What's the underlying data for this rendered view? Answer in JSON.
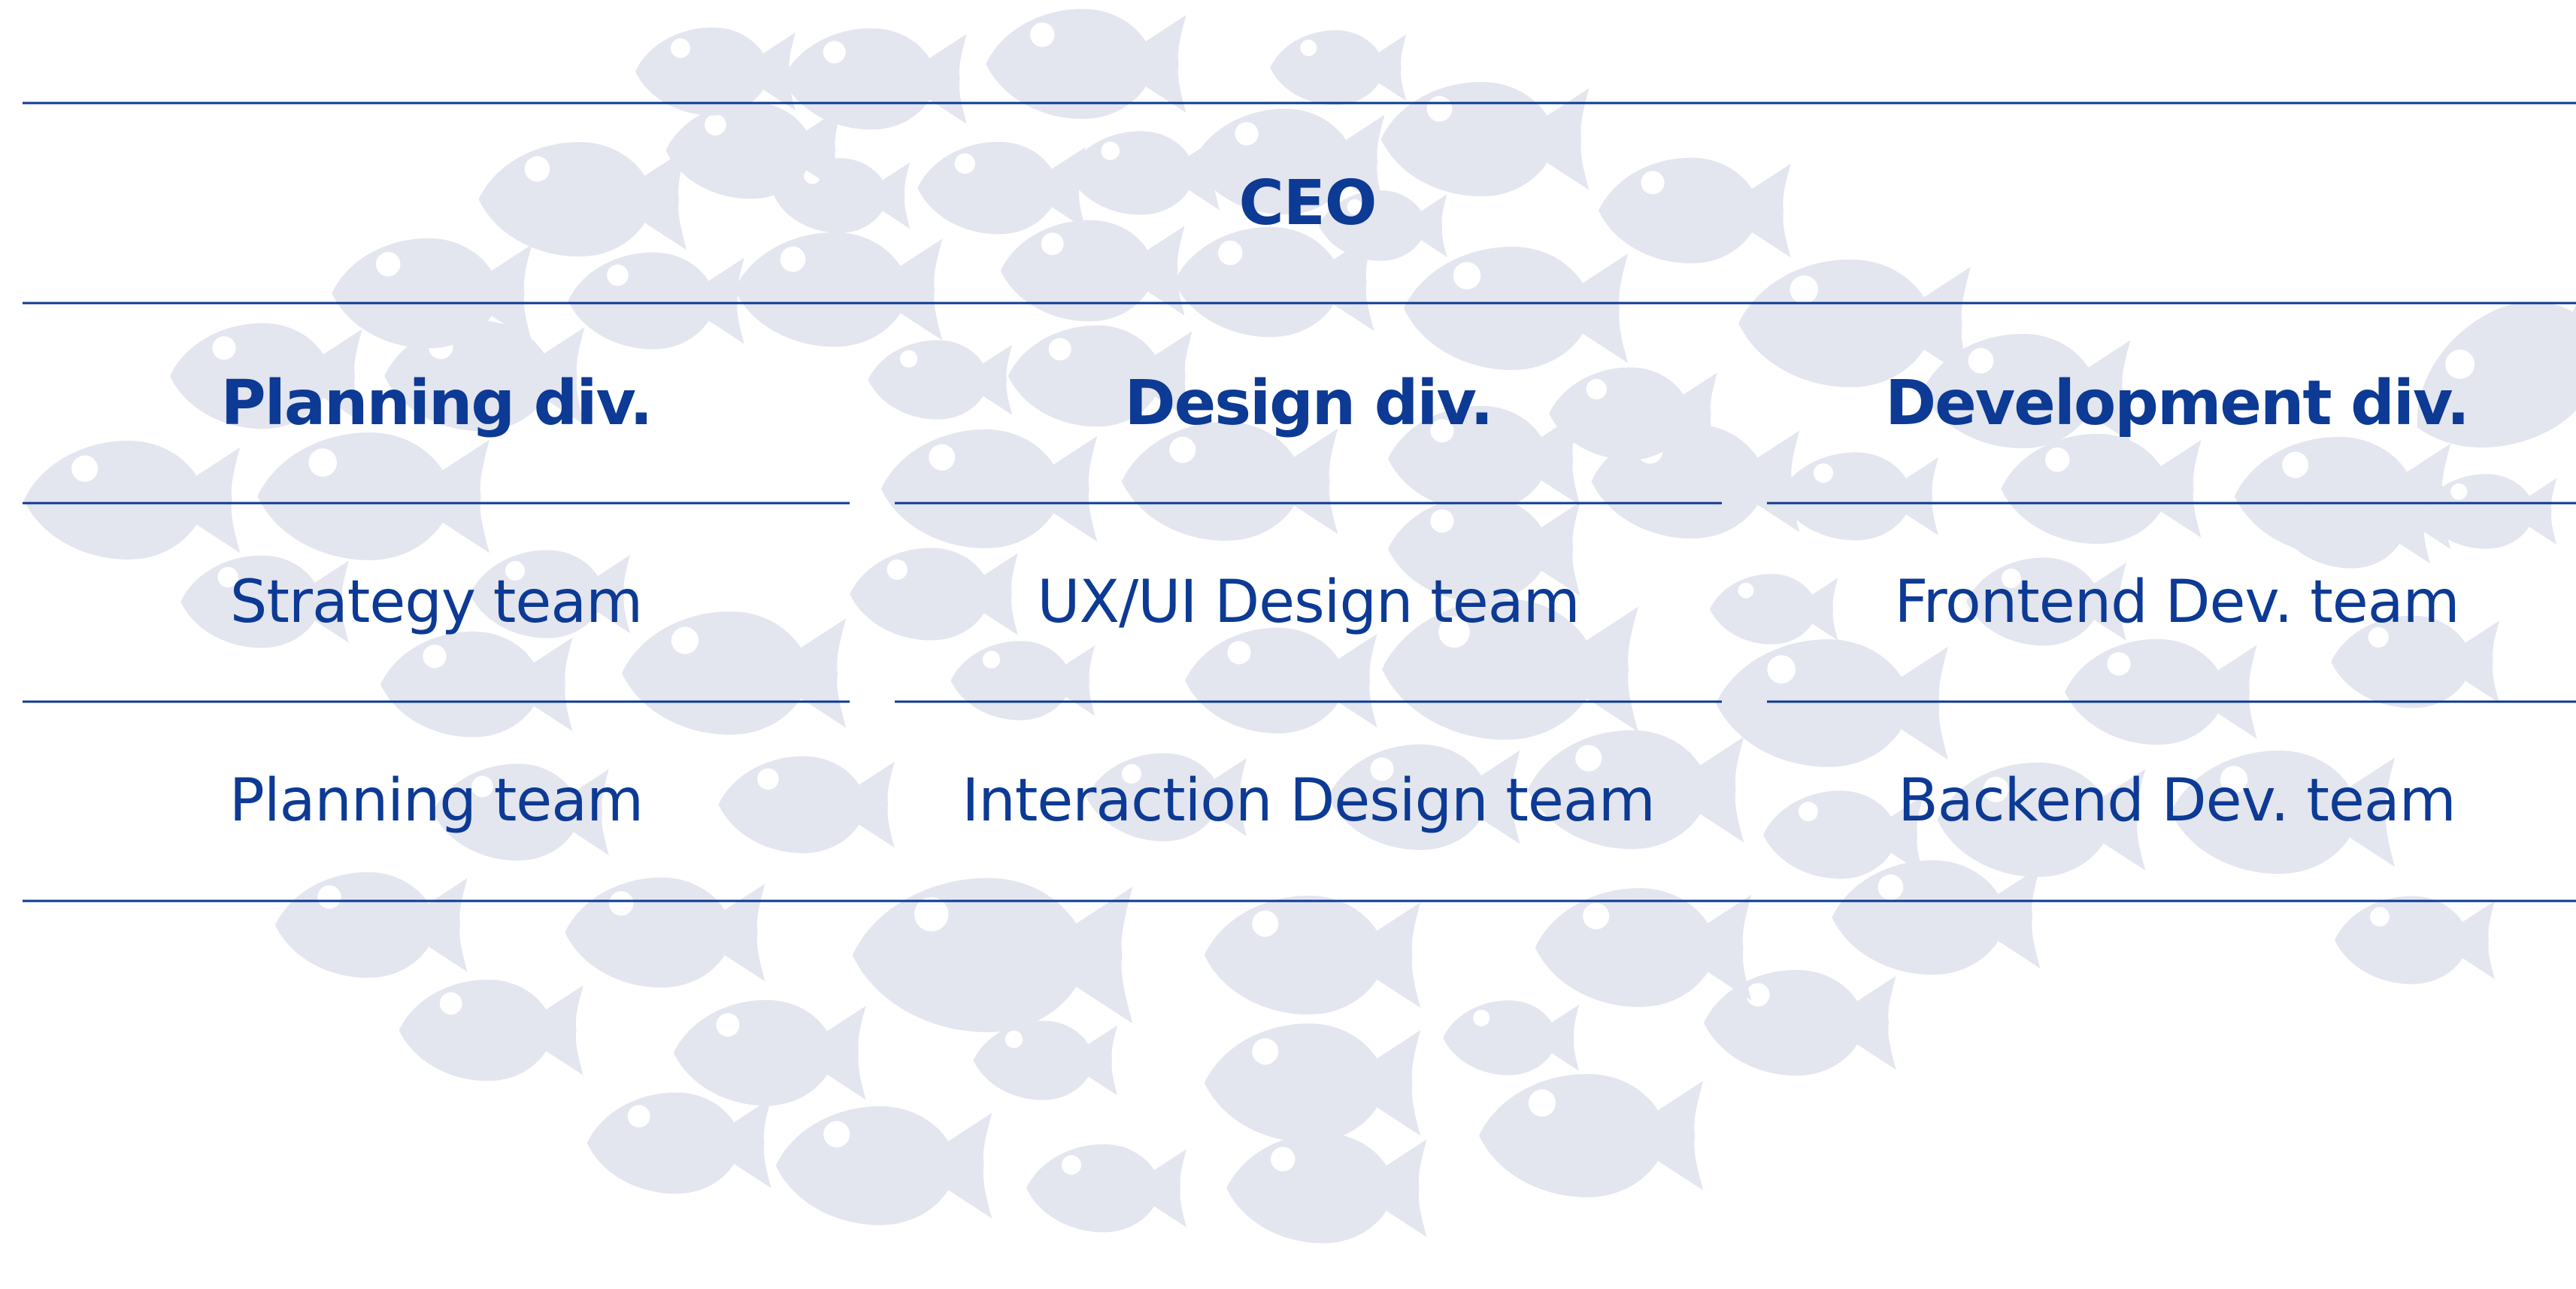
{
  "colors": {
    "background": "#ffffff",
    "text": "#0c3a94",
    "lines": "#0c3a94",
    "fish": "#e3e5ef"
  },
  "background_pattern": "fish-school",
  "ceo": {
    "label": "CEO"
  },
  "divisions": [
    {
      "name": "Planning div.",
      "teams": [
        "Strategy team",
        "Planning team"
      ]
    },
    {
      "name": "Design div.",
      "teams": [
        "UX/UI Design team",
        "Interaction Design team"
      ]
    },
    {
      "name": "Development div.",
      "teams": [
        "Frontend Dev. team",
        "Backend Dev. team"
      ]
    }
  ]
}
